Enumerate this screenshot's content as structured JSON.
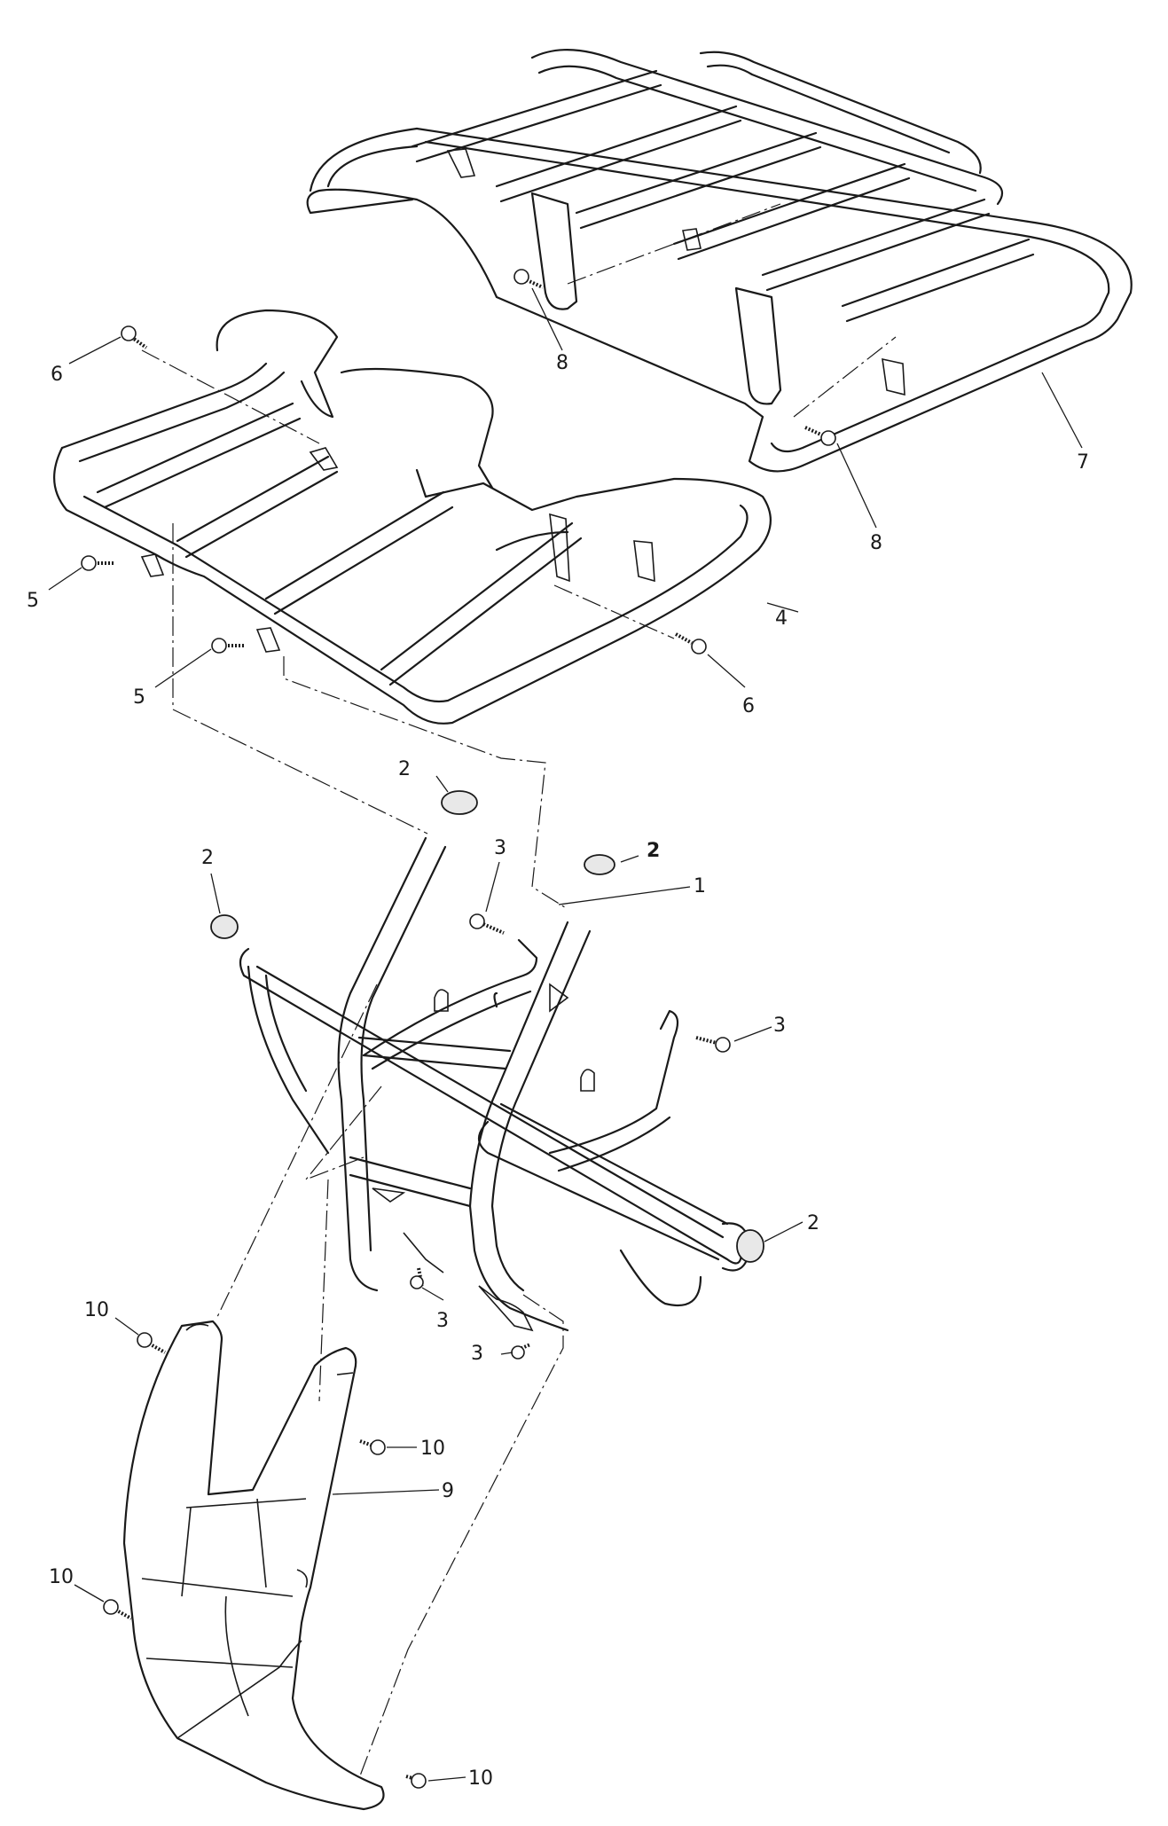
{
  "callouts": {
    "c1": "1",
    "c2a": "2",
    "c2b": "2",
    "c2c": "2",
    "c2d": "2",
    "c3a": "3",
    "c3b": "3",
    "c3c": "3",
    "c3d": "3",
    "c4": "4",
    "c5a": "5",
    "c5b": "5",
    "c6a": "6",
    "c6b": "6",
    "c7": "7",
    "c8a": "8",
    "c8b": "8",
    "c9": "9",
    "c10a": "10",
    "c10b": "10",
    "c10c": "10",
    "c10d": "10"
  }
}
